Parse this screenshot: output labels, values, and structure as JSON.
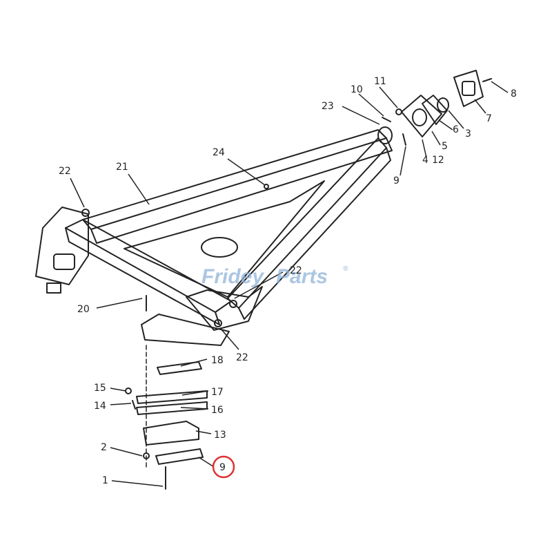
{
  "diagram": {
    "watermark": {
      "brand_part1": "Fridey",
      "brand_part2": "Parts",
      "registered_mark": "®",
      "color": "#8fb3d9"
    },
    "highlight_color": "#e03030",
    "line_color": "#222222",
    "callouts": [
      {
        "id": "c1",
        "label": "1"
      },
      {
        "id": "c2",
        "label": "2"
      },
      {
        "id": "c3",
        "label": "3"
      },
      {
        "id": "c4",
        "label": "4"
      },
      {
        "id": "c5",
        "label": "5"
      },
      {
        "id": "c6",
        "label": "6"
      },
      {
        "id": "c7",
        "label": "7"
      },
      {
        "id": "c8",
        "label": "8"
      },
      {
        "id": "c9a",
        "label": "9"
      },
      {
        "id": "c9b",
        "label": "9",
        "highlighted": true
      },
      {
        "id": "c10",
        "label": "10"
      },
      {
        "id": "c11",
        "label": "11"
      },
      {
        "id": "c12",
        "label": "12"
      },
      {
        "id": "c13",
        "label": "13"
      },
      {
        "id": "c14",
        "label": "14"
      },
      {
        "id": "c15",
        "label": "15"
      },
      {
        "id": "c16",
        "label": "16"
      },
      {
        "id": "c17",
        "label": "17"
      },
      {
        "id": "c18",
        "label": "18"
      },
      {
        "id": "c20",
        "label": "20"
      },
      {
        "id": "c21",
        "label": "21"
      },
      {
        "id": "c22a",
        "label": "22"
      },
      {
        "id": "c22b",
        "label": "22"
      },
      {
        "id": "c22c",
        "label": "22"
      },
      {
        "id": "c23",
        "label": "23"
      },
      {
        "id": "c24",
        "label": "24"
      }
    ]
  }
}
